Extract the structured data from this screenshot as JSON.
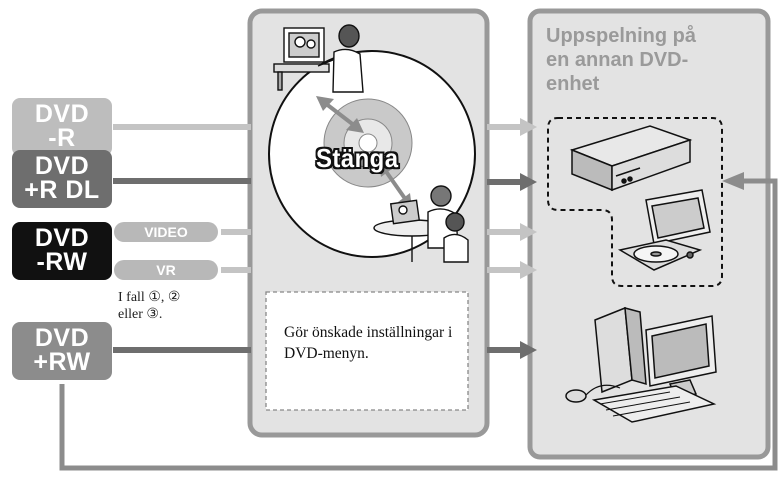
{
  "discs": [
    {
      "line1": "DVD",
      "line2": "-R",
      "color": "#bdbdbd"
    },
    {
      "line1": "DVD",
      "line2": "+R DL",
      "color": "#6e6e6e"
    },
    {
      "line1": "DVD",
      "line2": "-RW",
      "color": "#111111"
    },
    {
      "line1": "DVD",
      "line2": "+RW",
      "color": "#8c8c8c"
    }
  ],
  "modes": {
    "video": "VIDEO",
    "vr": "VR"
  },
  "case_note": {
    "line1": "I fall ①, ②",
    "line2": "eller ③."
  },
  "center": {
    "close_label": "Stänga",
    "settings_text": "Gör önskade inställningar i DVD-menyn."
  },
  "playback": {
    "line1": "Uppspelning på",
    "line2": "en annan DVD-",
    "line3": "enhet"
  },
  "colors": {
    "panel_fill": "#e3e3e3",
    "panel_border": "#999999",
    "arrow_light": "#c4c4c4",
    "arrow_dark": "#6e6e6e"
  }
}
